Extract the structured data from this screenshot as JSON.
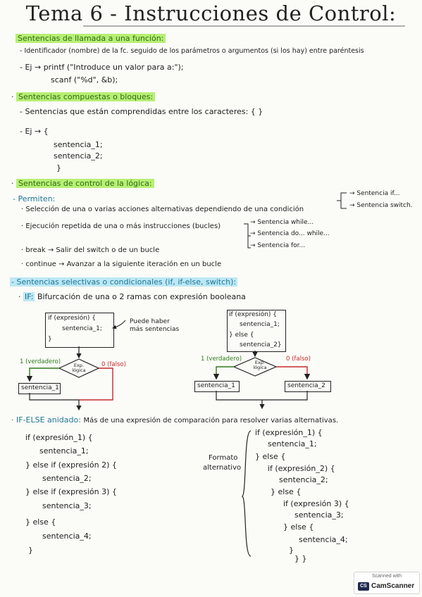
{
  "title": "Tema 6 - Instrucciones de Control:",
  "sec1": {
    "heading": "Sentencias de llamada a una función:",
    "line1": "- Identificador (nombre) de la fc. seguido de los parámetros o argumentos (si los hay) entre paréntesis",
    "ej_prefix": "- Ej →",
    "ej_line1": "printf (\"Introduce un valor para a:\");",
    "ej_line2": "scanf (\"%d\", &b);"
  },
  "sec2": {
    "heading": "Sentencias compuestas o bloques:",
    "line1": "- Sentencias que están comprendidas entre los caracteres: { }",
    "ej_prefix": "- Ej → {",
    "code1": "sentencia_1;",
    "code2": "sentencia_2;",
    "close": "}"
  },
  "sec3": {
    "heading": "Sentencias de control de la lógica:",
    "permiten": "- Permiten:",
    "sel": "· Selección de una o varias acciones alternativas dependiendo de una condición",
    "sel_b1": "→ Sentencia if...",
    "sel_b2": "→ Sentencia switch.",
    "rep": "· Ejecución repetida de una o más instrucciones (bucles)",
    "rep_b1": "→ Sentencia while...",
    "rep_b2": "→ Sentencia do... while...",
    "rep_b3": "→ Sentencia for...",
    "brk": "· break → Salir del switch o de un bucle",
    "cont": "· continue → Avanzar a la siguiente iteración en un bucle"
  },
  "sec4": {
    "heading": "- Sentencias selectivas o condicionales (if, if-else, switch):",
    "if_label": "IF:",
    "if_desc": "Bifurcación de una o 2 ramas con expresión booleana"
  },
  "diagram1": {
    "box_l1": "if (expresión) {",
    "box_l2": "sentencia_1;",
    "box_l3": "}",
    "note1": "Puede haber",
    "note2": "más sentencias",
    "true_label": "1 (verdadero)",
    "false_label": "0 (falso)",
    "diamond": "Exp. lógica",
    "stmt": "sentencia_1"
  },
  "diagram2": {
    "box_l1": "if (expresión) {",
    "box_l2": "sentencia_1;",
    "box_l3": "} else {",
    "box_l4": "sentencia_2}",
    "true_label": "1 (verdadero)",
    "false_label": "0 (falso)",
    "diamond": "Exp. lógica",
    "stmt1": "sentencia_1",
    "stmt2": "sentencia_2"
  },
  "sec5": {
    "heading": "· IF-ELSE anidado:",
    "desc": "Más de una expresión de comparación para resolver varias alternativas.",
    "c1": "if (expresión_1) {",
    "c2": "sentencia_1;",
    "c3": "} else if (expresión 2) {",
    "c4": "sentencia_2;",
    "c5": "} else if (expresión 3) {",
    "c6": "sentencia_3;",
    "c7": "} else {",
    "c8": "sentencia_4;",
    "c9": "}",
    "alt1": "Formato",
    "alt2": "alternativo",
    "r1": "if (expresión_1) {",
    "r2": "sentencia_1;",
    "r3": "} else {",
    "r4": "if (expresión_2) {",
    "r5": "sentencia_2;",
    "r6": "} else {",
    "r7": "if (expresión 3) {",
    "r8": "sentencia_3;",
    "r9": "} else {",
    "r10": "sentencia_4;",
    "r11": "}",
    "r12": "} }"
  },
  "scanner": {
    "line1": "Scanned with",
    "brand": "CamScanner",
    "logo": "CS"
  }
}
